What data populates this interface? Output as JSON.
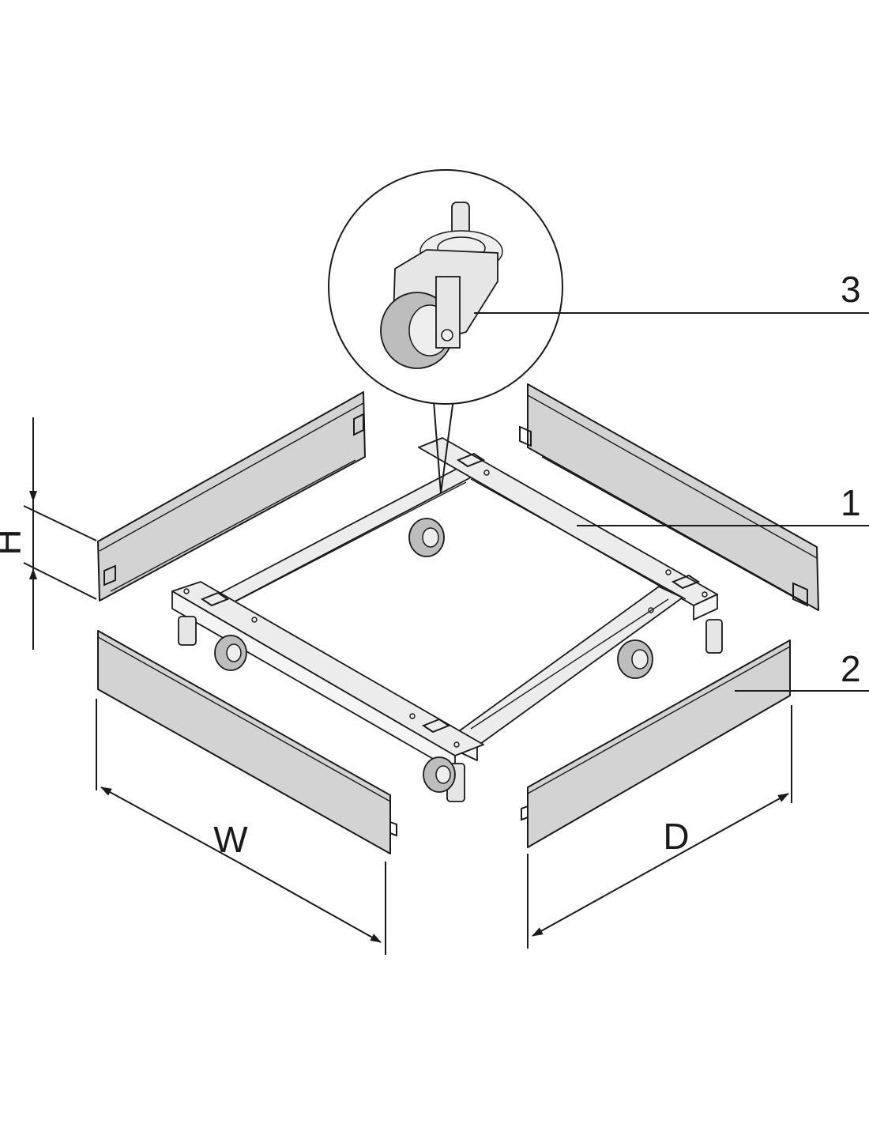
{
  "diagram": {
    "callouts": [
      {
        "id": "1",
        "label": "1"
      },
      {
        "id": "2",
        "label": "2"
      },
      {
        "id": "3",
        "label": "3"
      }
    ],
    "dimensions": {
      "width_label": "W",
      "depth_label": "D",
      "height_label": "H"
    },
    "colors": {
      "line": "#1a1a1a",
      "panel_fill": "#d3d3d3",
      "frame_fill": "#ececec",
      "background": "#ffffff"
    }
  }
}
